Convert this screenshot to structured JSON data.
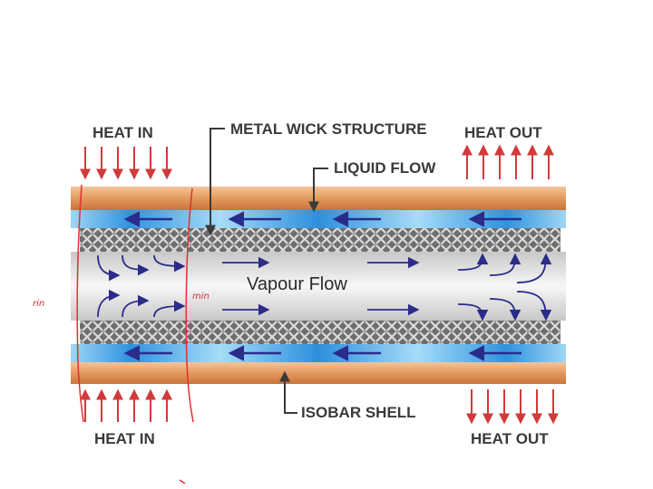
{
  "labels": {
    "heat_in_top": "HEAT IN",
    "heat_out_top": "HEAT OUT",
    "wick": "METAL  WICK STRUCTURE",
    "liquid": "LIQUID FLOW",
    "vapour": "Vapour Flow",
    "shell": "ISOBAR SHELL",
    "heat_in_bottom": "HEAT IN",
    "heat_out_bottom": "HEAT OUT"
  },
  "annotations": {
    "left": "rin",
    "middle": "min"
  },
  "colors": {
    "shell": "#e8a76a",
    "liquid": "#3d9fe3",
    "wick": "#808080",
    "vapour_arrow": "#2b2b8a",
    "heat_arrow": "#d23a3a",
    "annotation": "#e03030"
  }
}
